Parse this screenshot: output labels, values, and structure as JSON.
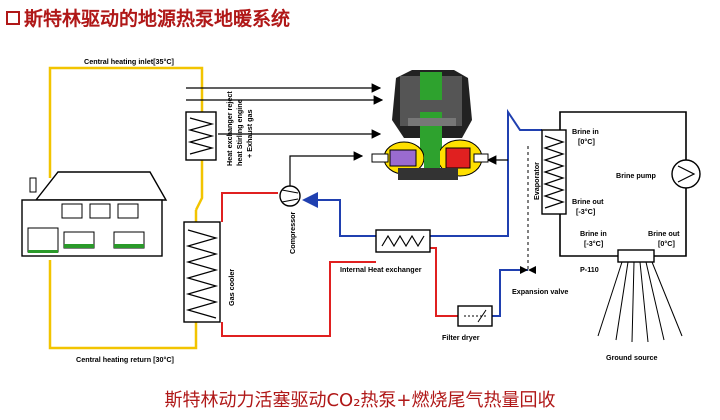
{
  "header": {
    "title": "斯特林驱动的地源热泵地暖系统"
  },
  "footer": {
    "title": "斯特林动力活塞驱动CO₂热泵+燃烧尾气热量回收"
  },
  "diagram": {
    "labels": {
      "central_inlet": "Central heating inlet[35°C]",
      "central_return": "Central heating return [30°C]",
      "hx_reject_1": "Heat exchanger reject",
      "hx_reject_2": "heat Stirling engine",
      "hx_reject_3": "+ Exhaust gas",
      "compressor": "Compressor",
      "gas_cooler": "Gas cooler",
      "internal_hx": "Internal Heat exchanger",
      "filter_dryer": "Filter dryer",
      "expansion_valve": "Expansion valve",
      "evaporator": "Evaporator",
      "brine_in_top": "Brine in",
      "brine_in_top_temp": "[0°C]",
      "brine_out_left": "Brine out",
      "brine_out_left_temp": "[-3°C]",
      "brine_pump": "Brine pump",
      "brine_in_bottom": "Brine in",
      "brine_in_bottom_temp": "[-3°C]",
      "brine_out_right": "Brine out",
      "brine_out_right_temp": "[0°C]",
      "p110": "P-110",
      "ground_source": "Ground source"
    },
    "colors": {
      "hot_water": "#f2c400",
      "refrigerant_hot": "#e02020",
      "refrigerant_cold": "#2040b0",
      "brine": "#000000",
      "heading": "#b01818"
    }
  }
}
